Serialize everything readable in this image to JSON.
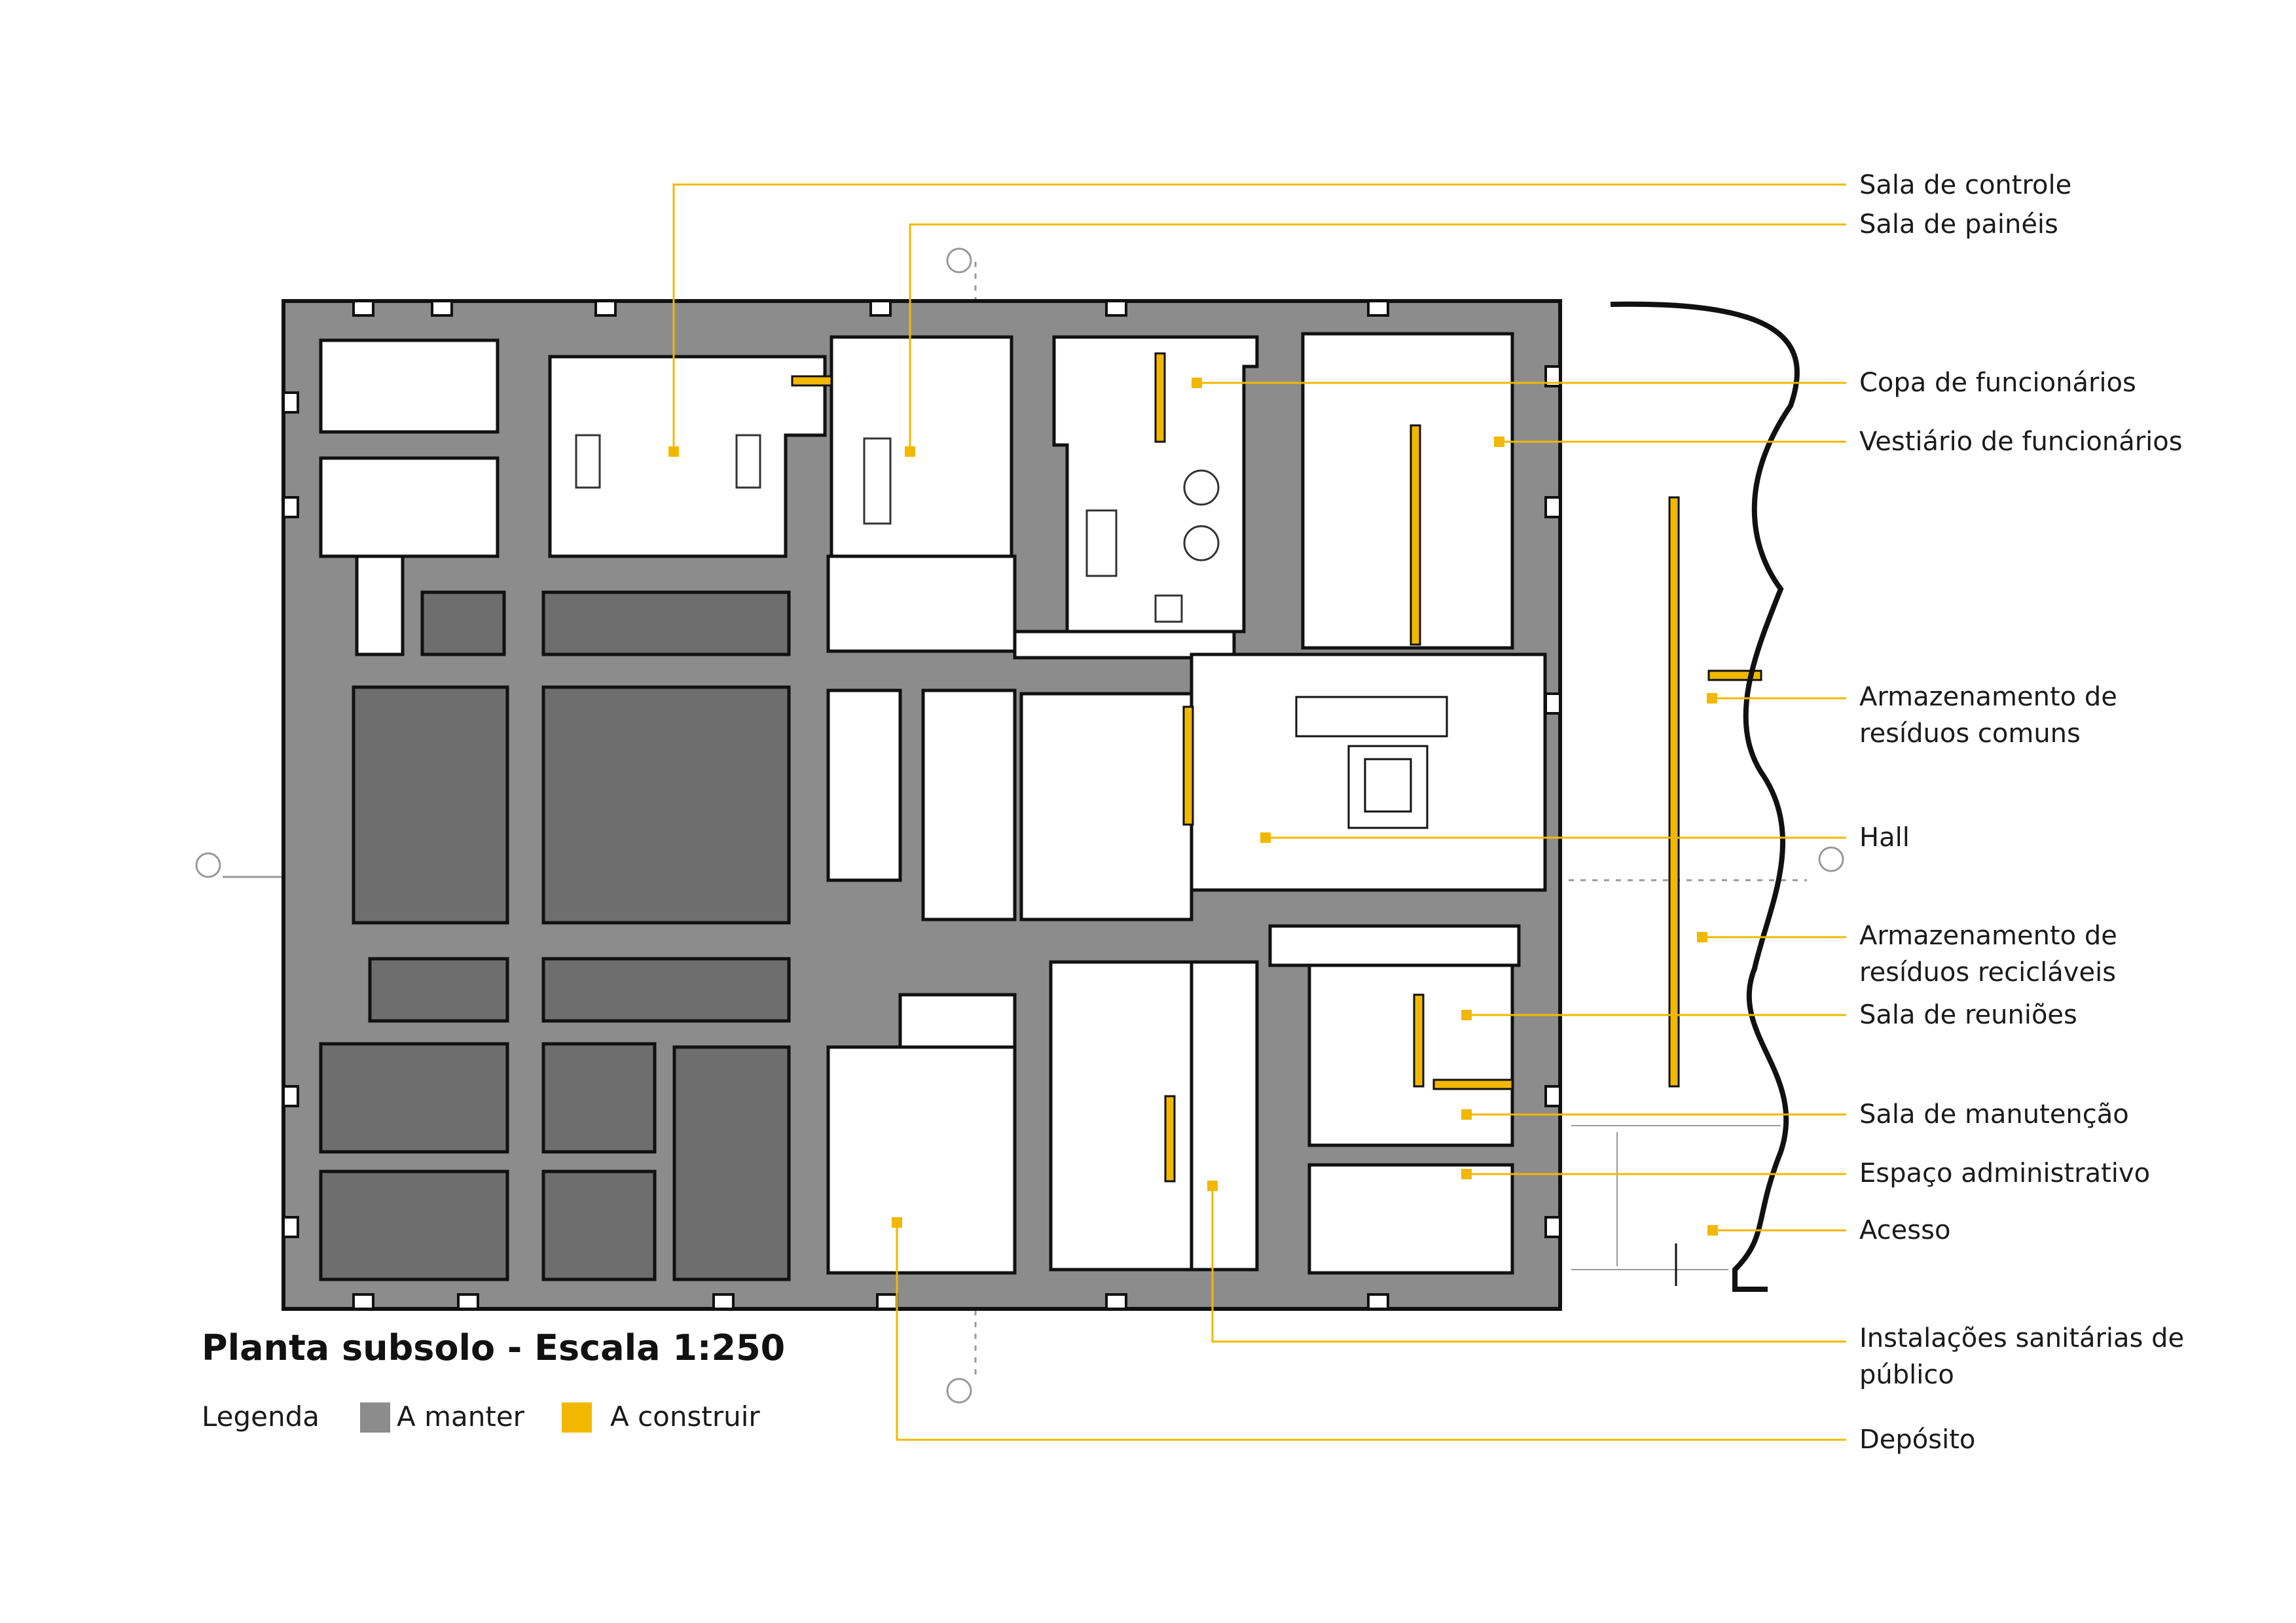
{
  "title": "Planta subsolo - Escala 1:250",
  "legend": {
    "label": "Legenda",
    "items": [
      {
        "label": "A manter",
        "color": "#8c8c8c"
      },
      {
        "label": "A construir",
        "color": "#f2b800"
      }
    ]
  },
  "colors": {
    "wall": "#8c8c8c",
    "wall_dark": "#6e6e6e",
    "outline": "#111111",
    "accent": "#f2b800"
  },
  "rooms": [
    {
      "label": "Sala de controle"
    },
    {
      "label": "Sala de painéis"
    },
    {
      "label": "Copa de funcionários"
    },
    {
      "label": "Vestiário de funcionários"
    },
    {
      "label": "Armazenamento de",
      "label_line2": "resíduos comuns"
    },
    {
      "label": "Hall"
    },
    {
      "label": "Armazenamento de",
      "label_line2": "resíduos recicláveis"
    },
    {
      "label": "Sala de reuniões"
    },
    {
      "label": "Sala de manutenção"
    },
    {
      "label": "Espaço administrativo"
    },
    {
      "label": "Acesso"
    },
    {
      "label": "Instalações sanitárias de",
      "label_line2": "público"
    },
    {
      "label": "Depósito"
    }
  ]
}
